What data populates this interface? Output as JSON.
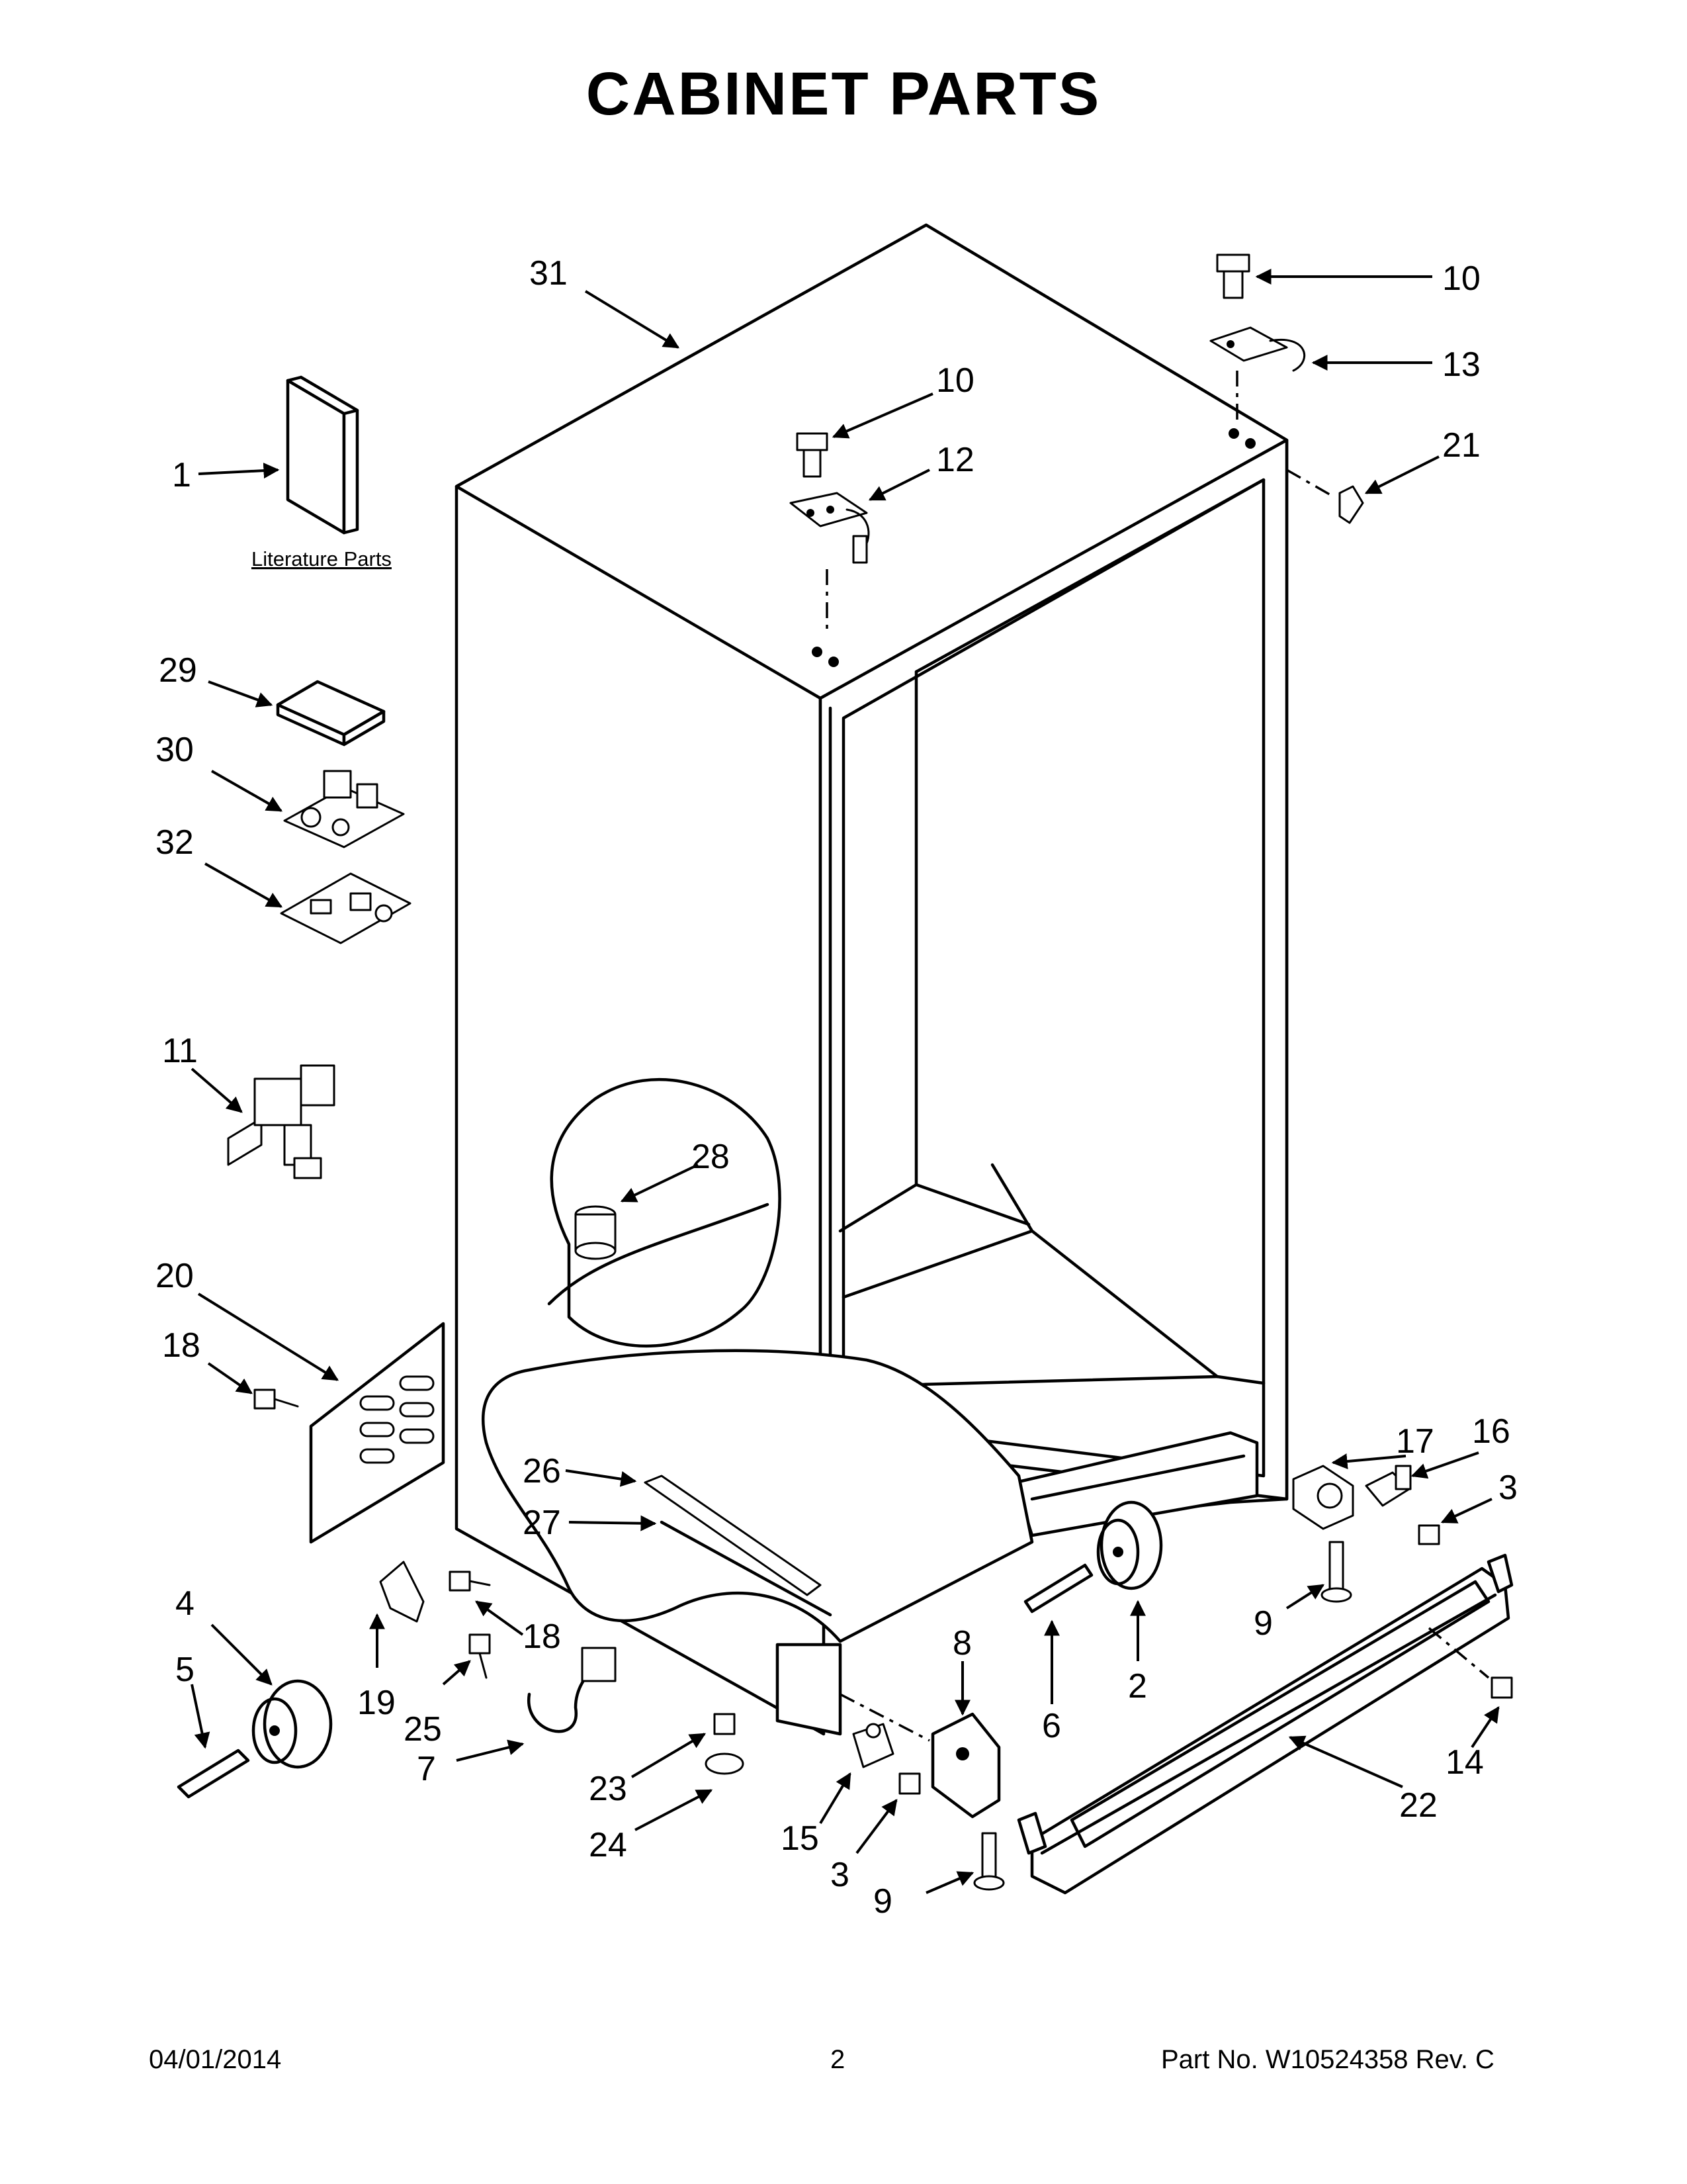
{
  "page": {
    "title": "CABINET PARTS",
    "footer_date": "04/01/2014",
    "footer_page": "2",
    "footer_part": "Part No.  W10524358  Rev.  C"
  },
  "diagram": {
    "literature_label": "Literature Parts",
    "callouts": [
      "31",
      "10",
      "13",
      "21",
      "1",
      "10",
      "12",
      "29",
      "30",
      "32",
      "11",
      "28",
      "20",
      "18",
      "17",
      "16",
      "3",
      "26",
      "27",
      "4",
      "5",
      "19",
      "18",
      "25",
      "7",
      "23",
      "24",
      "8",
      "15",
      "3",
      "9",
      "6",
      "2",
      "9",
      "22",
      "14"
    ]
  }
}
